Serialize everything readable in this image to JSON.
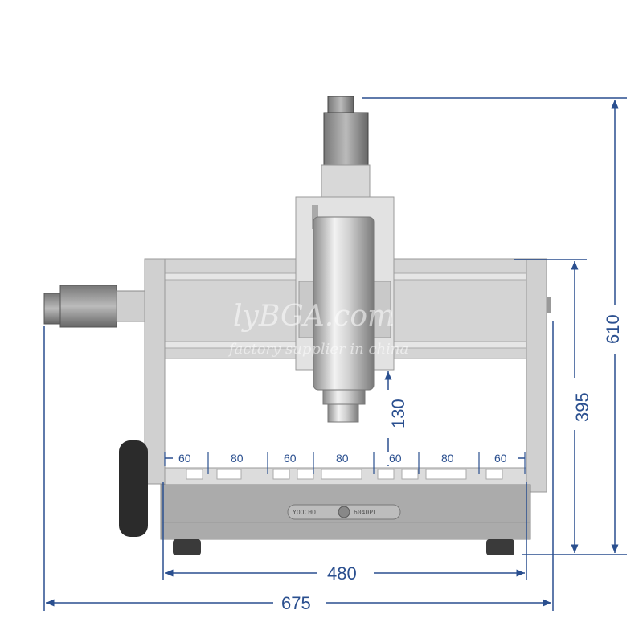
{
  "dimensions": {
    "total_height": "610",
    "gantry_height": "395",
    "z_clearance": "130",
    "table_width": "480",
    "total_width": "675",
    "slot_spacing": [
      "60",
      "80",
      "60",
      "80",
      "60",
      "80",
      "60"
    ]
  },
  "nameplate": {
    "left": "YOOCHO",
    "right": "6040PL"
  },
  "watermark": {
    "brand": "lyBGA.com",
    "tagline": "factory supplier in china"
  },
  "colors": {
    "dimension": "#2a4f8f",
    "frame": "#c8c8c8",
    "base": "#a9a9a9",
    "handwheel": "#2b2b2b"
  }
}
